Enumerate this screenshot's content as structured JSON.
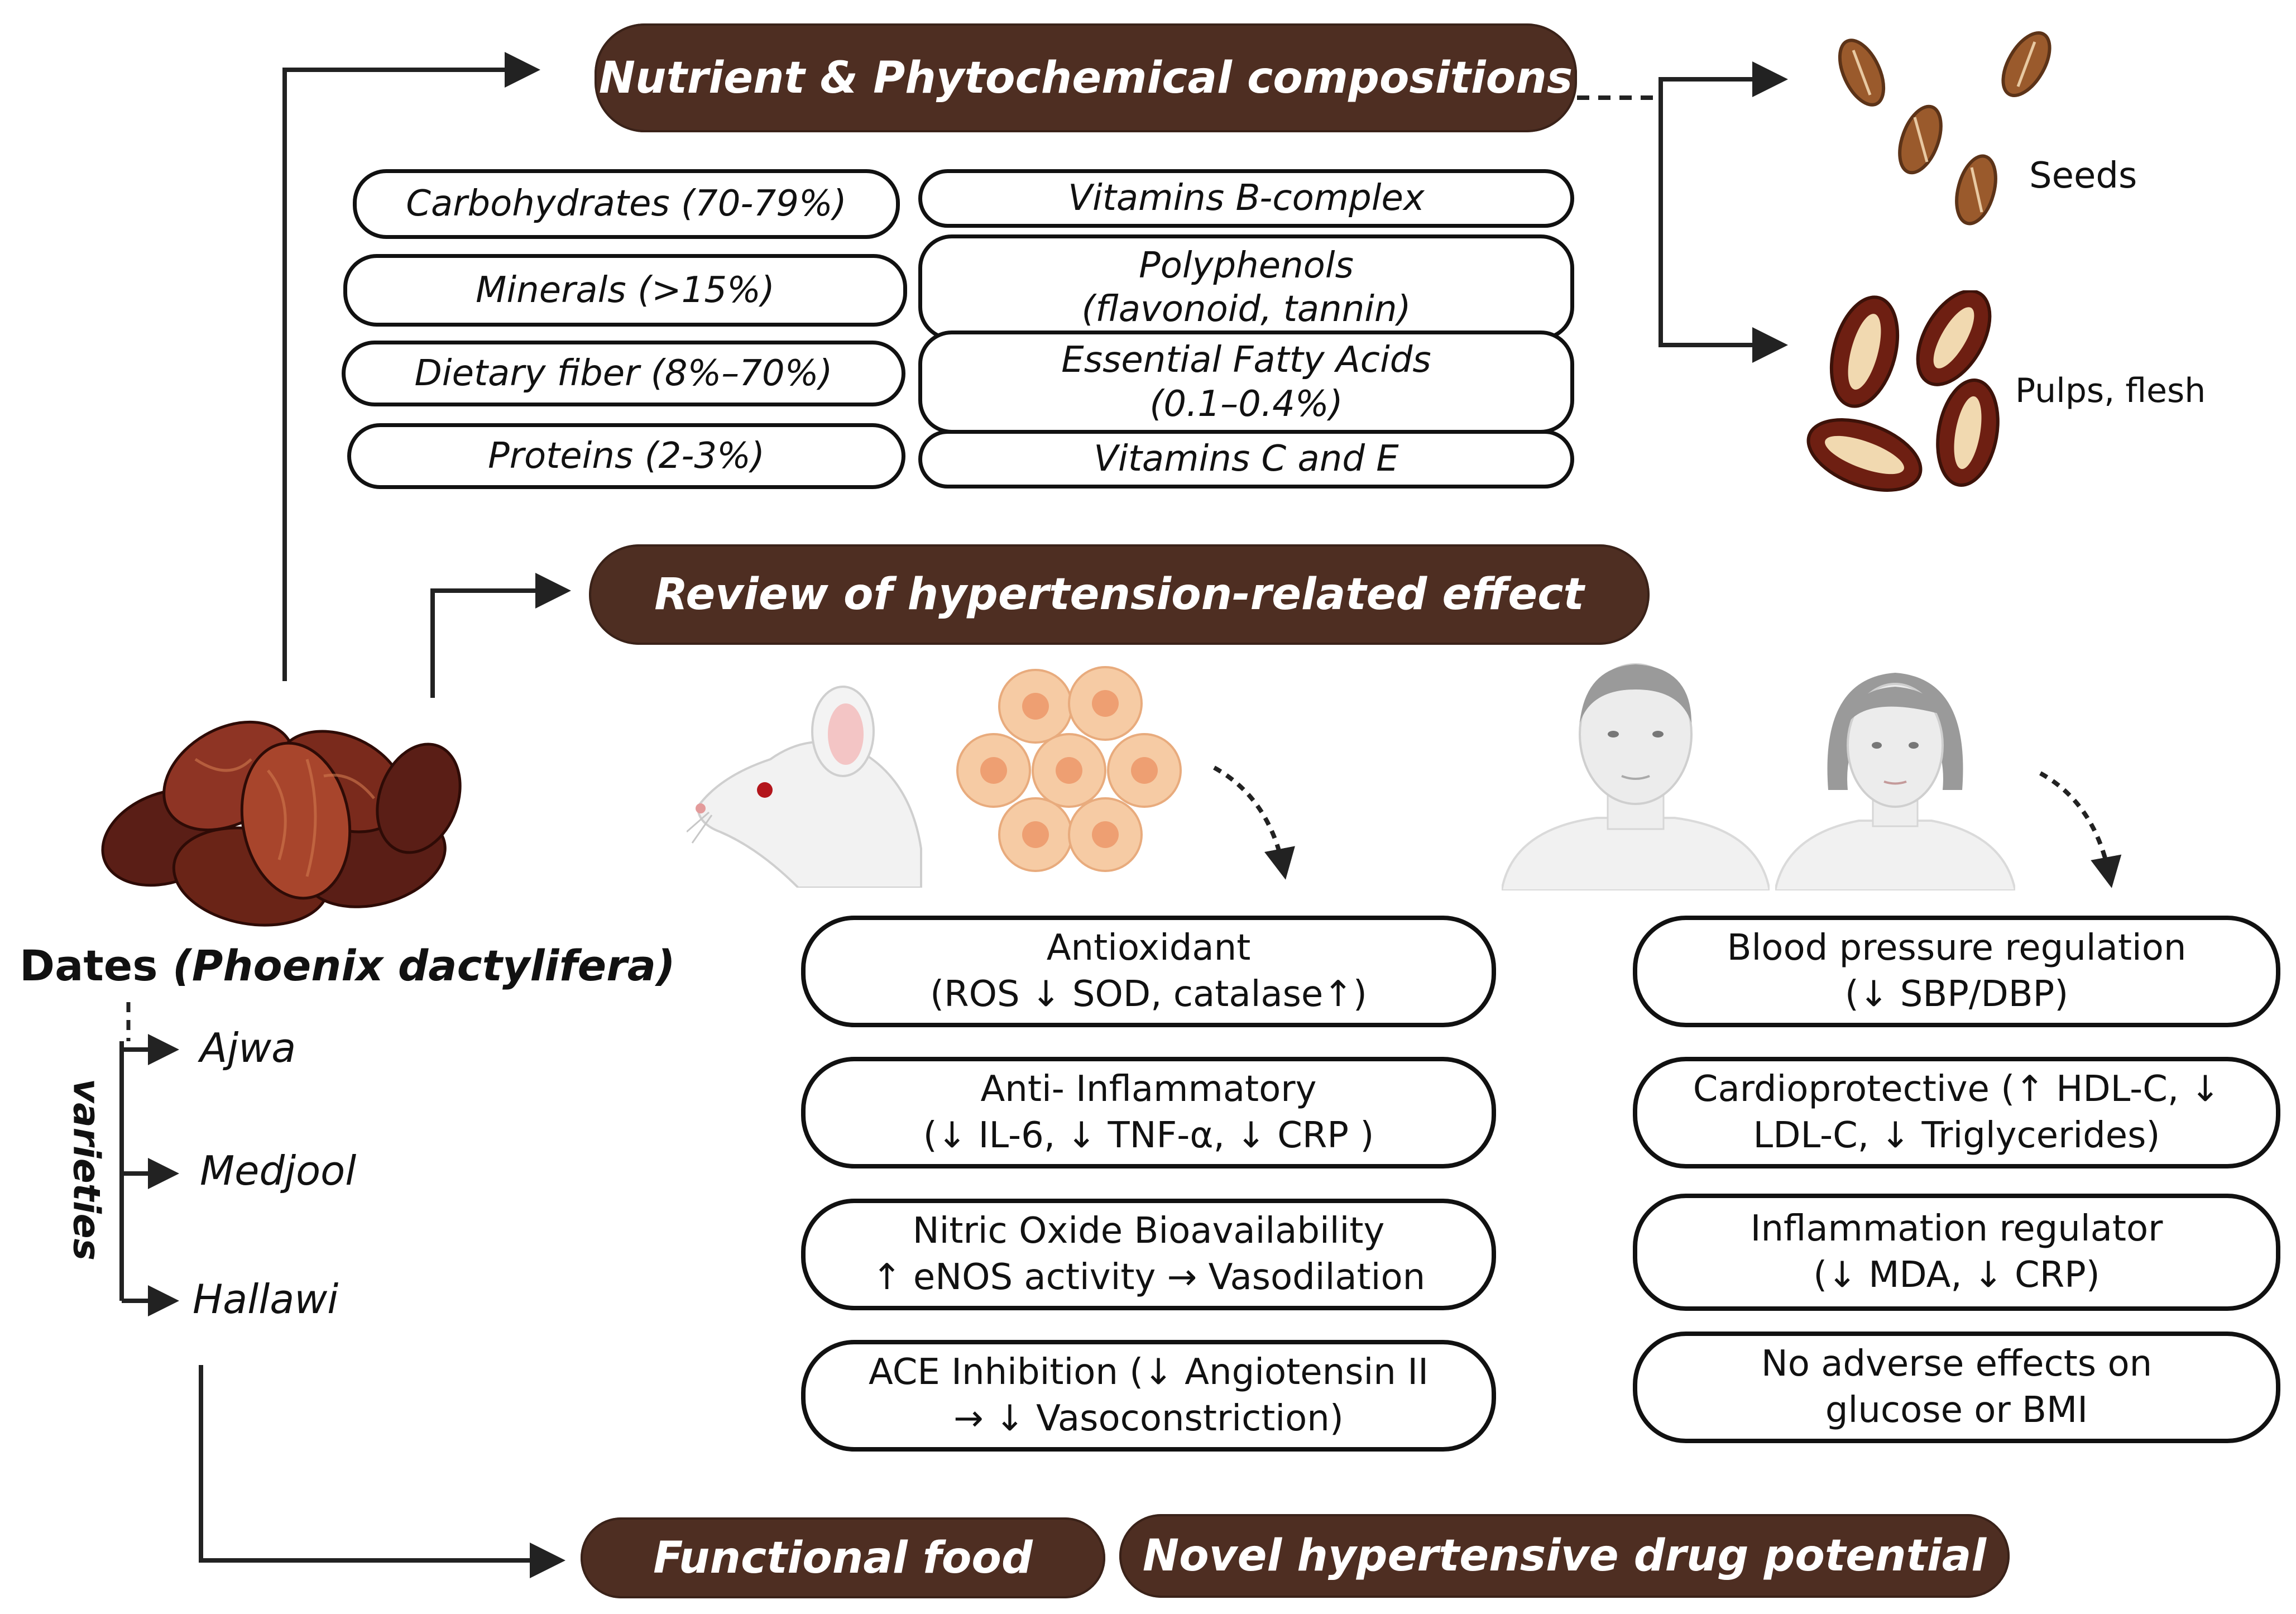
{
  "banners": {
    "nutrient": "Nutrient & Phytochemical compositions",
    "review": "Review of hypertension-related effect",
    "functional_food": "Functional food",
    "drug_potential": "Novel hypertensive drug potential"
  },
  "nutrients_left": [
    "Carbohydrates (70-79%)",
    "Minerals (>15%)",
    "Dietary fiber (8%–70%)",
    "Proteins (2-3%)"
  ],
  "nutrients_right": {
    "vitamins_b": "Vitamins B-complex",
    "polyphenols_1": "Polyphenols",
    "polyphenols_2": "(flavonoid, tannin)",
    "fatty_acids_1": "Essential Fatty Acids",
    "fatty_acids_2": "(0.1–0.4%)",
    "vitamins_ce": "Vitamins C and E"
  },
  "parts": {
    "seeds": "Seeds",
    "pulps": "Pulps, flesh"
  },
  "dates": {
    "name": "Dates",
    "scientific": "(Phoenix dactylifera)",
    "varieties_label": "varieties",
    "varieties": [
      "Ajwa",
      "Medjool",
      "Hallawi"
    ]
  },
  "preclinical_effects": [
    {
      "line1": "Antioxidant",
      "line2": "(ROS ↓ SOD, catalase↑)"
    },
    {
      "line1": "Anti- Inflammatory",
      "line2": "(↓ IL-6, ↓ TNF-α, ↓ CRP )"
    },
    {
      "line1": "Nitric Oxide Bioavailability",
      "line2": "↑ eNOS activity → Vasodilation"
    },
    {
      "line1": "ACE Inhibition (↓ Angiotensin II",
      "line2": "→ ↓ Vasoconstriction)"
    }
  ],
  "clinical_effects": [
    {
      "line1": "Blood pressure regulation",
      "line2": "(↓ SBP/DBP)"
    },
    {
      "line1": "Cardioprotective (↑ HDL-C, ↓",
      "line2": "LDL-C, ↓ Triglycerides)"
    },
    {
      "line1": "Inflammation regulator",
      "line2": "(↓ MDA, ↓ CRP)"
    },
    {
      "line1": "No adverse effects on",
      "line2": "glucose or BMI"
    }
  ],
  "colors": {
    "banner_brown": "#4e2e22",
    "date_dark": "#5a1e16",
    "date_mid": "#8e3424",
    "cell_fill": "#f6cba4",
    "cell_nucleus": "#ee9f72"
  },
  "icons": [
    "dates-fruit-icon",
    "seed-icon",
    "pulp-icon",
    "rat-icon",
    "cells-icon",
    "man-icon",
    "woman-icon"
  ]
}
